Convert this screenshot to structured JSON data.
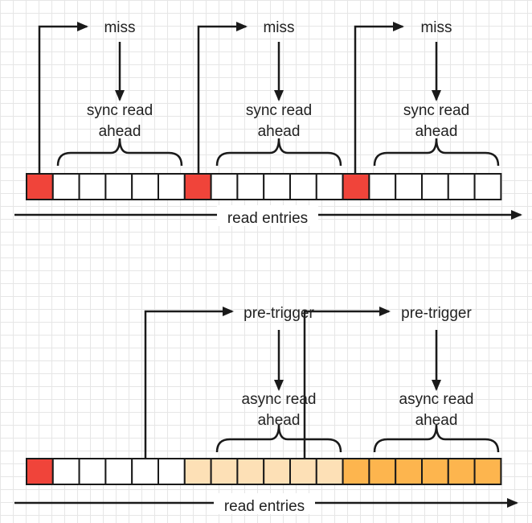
{
  "top": {
    "miss_labels": [
      "miss",
      "miss",
      "miss"
    ],
    "sync_labels": [
      {
        "line1": "sync read",
        "line2": "ahead"
      },
      {
        "line1": "sync read",
        "line2": "ahead"
      },
      {
        "line1": "sync read",
        "line2": "ahead"
      }
    ],
    "cells": [
      "miss",
      "empty",
      "empty",
      "empty",
      "empty",
      "empty",
      "miss",
      "empty",
      "empty",
      "empty",
      "empty",
      "empty",
      "miss",
      "empty",
      "empty",
      "empty",
      "empty",
      "empty"
    ],
    "axis_label": "read entries"
  },
  "bottom": {
    "trigger_labels": [
      "pre-trigger",
      "pre-trigger"
    ],
    "async_labels": [
      {
        "line1": "async read",
        "line2": "ahead"
      },
      {
        "line1": "async read",
        "line2": "ahead"
      }
    ],
    "cells": [
      "miss",
      "empty",
      "empty",
      "empty",
      "empty",
      "empty",
      "light",
      "light",
      "light",
      "light",
      "light",
      "light",
      "dark",
      "dark",
      "dark",
      "dark",
      "dark",
      "dark"
    ],
    "axis_label": "read entries"
  },
  "colors": {
    "miss": "#f0443a",
    "empty": "#ffffff",
    "light": "#fde0b6",
    "dark": "#fdb54e",
    "stroke": "#1a1a1a"
  }
}
